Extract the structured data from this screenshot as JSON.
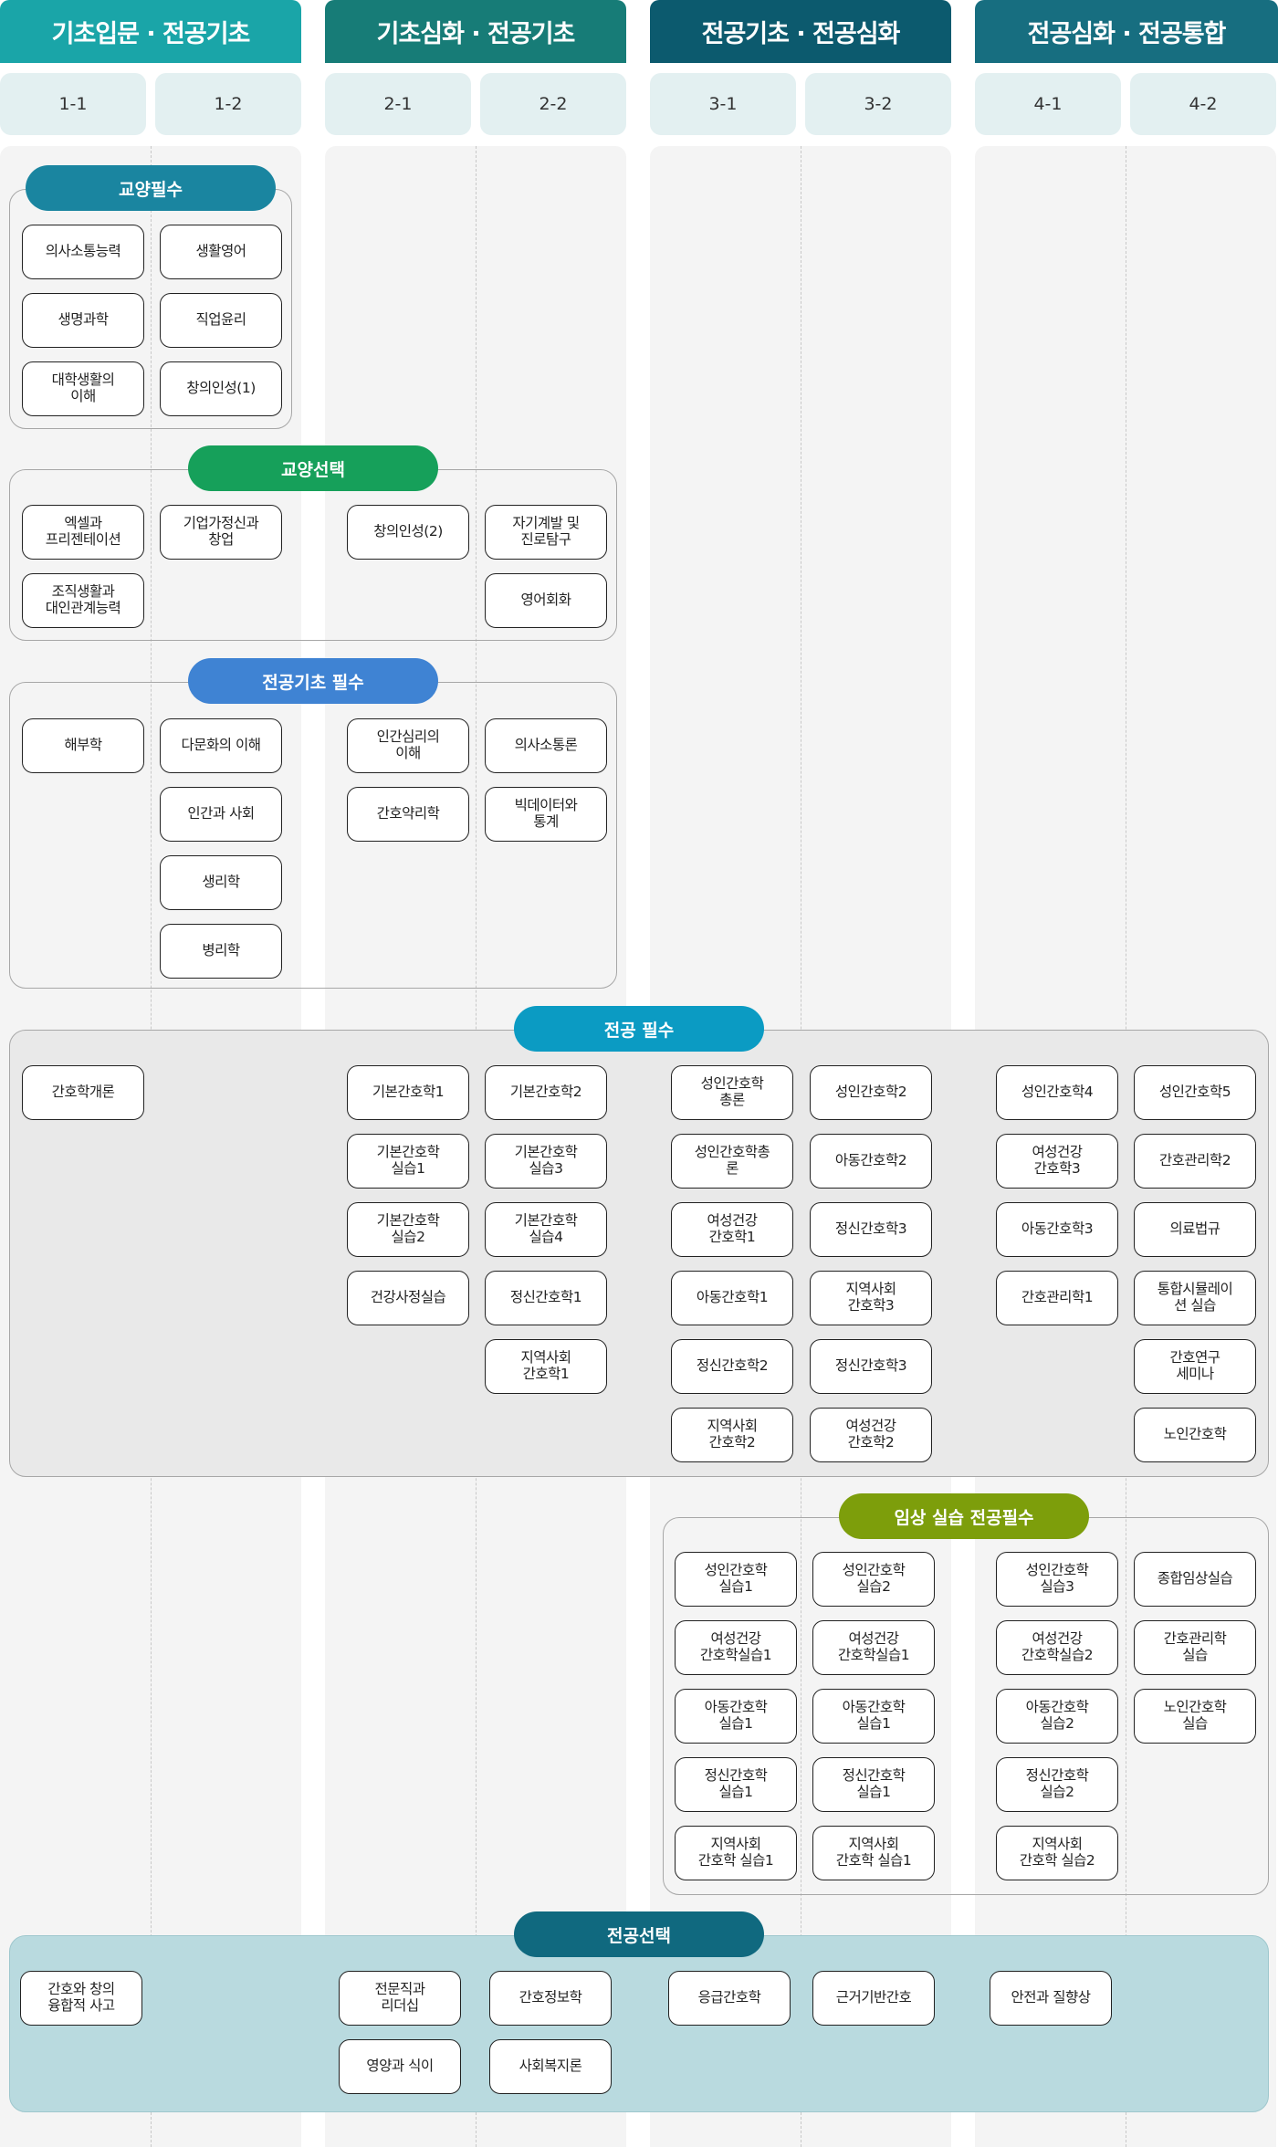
{
  "phases": [
    {
      "label": "기초입문 · 전공기초",
      "color": "#1aa5a8"
    },
    {
      "label": "기초심화 · 전공기초",
      "color": "#177c77"
    },
    {
      "label": "전공기초 · 전공심화",
      "color": "#0c5a6e"
    },
    {
      "label": "전공심화 · 전공통합",
      "color": "#176e80"
    }
  ],
  "semesters": [
    "1-1",
    "1-2",
    "2-1",
    "2-2",
    "3-1",
    "3-2",
    "4-1",
    "4-2"
  ],
  "groups": {
    "liberal_required": {
      "label": "교양필수",
      "color": "#1a85a0"
    },
    "liberal_elective": {
      "label": "교양선택",
      "color": "#16a05a"
    },
    "major_basic_required": {
      "label": "전공기초 필수",
      "color": "#3f83d3"
    },
    "major_required": {
      "label": "전공 필수",
      "color": "#0b9bc3"
    },
    "clinical_practice": {
      "label": "임상 실습 전공필수",
      "color": "#7d9e0b"
    },
    "major_elective": {
      "label": "전공선택",
      "color": "#10697f"
    }
  },
  "courses": {
    "lr": [
      "의사소통능력",
      "생활영어",
      "생명과학",
      "직업윤리",
      "대학생활의\n이해",
      "창의인성(1)"
    ],
    "le": [
      "엑셀과\n프리젠테이션",
      "기업가정신과\n창업",
      "창의인성(2)",
      "자기계발 및\n진로탐구",
      "조직생활과\n대인관계능력",
      "영어회화"
    ],
    "mb": [
      "해부학",
      "다문화의 이해",
      "인간심리의\n이해",
      "의사소통론",
      "인간과 사회",
      "간호약리학",
      "빅데이터와\n통계",
      "생리학",
      "병리학"
    ],
    "mr": [
      "간호학개론",
      "기본간호학1",
      "기본간호학\n실습1",
      "기본간호학\n실습2",
      "건강사정실습",
      "기본간호학2",
      "기본간호학\n실습3",
      "기본간호학\n실습4",
      "정신간호학1",
      "지역사회\n간호학1",
      "성인간호학\n총론",
      "성인간호학총\n론",
      "여성건강\n간호학1",
      "아동간호학1",
      "정신간호학2",
      "지역사회\n간호학2",
      "성인간호학2",
      "아동간호학2",
      "정신간호학3",
      "지역사회\n간호학3",
      "정신간호학3",
      "여성건강\n간호학2",
      "성인간호학4",
      "여성건강\n간호학3",
      "아동간호학3",
      "간호관리학1",
      "성인간호학5",
      "간호관리학2",
      "의료법규",
      "통합시뮬레이\n션 실습",
      "간호연구\n세미나",
      "노인간호학"
    ],
    "cp": [
      "성인간호학\n실습1",
      "여성건강\n간호학실습1",
      "아동간호학\n실습1",
      "정신간호학\n실습1",
      "지역사회\n간호학 실습1",
      "성인간호학\n실습2",
      "여성건강\n간호학실습1",
      "아동간호학\n실습1",
      "정신간호학\n실습1",
      "지역사회\n간호학 실습1",
      "성인간호학\n실습3",
      "여성건강\n간호학실습2",
      "아동간호학\n실습2",
      "정신간호학\n실습2",
      "지역사회\n간호학 실습2",
      "종합임상실습",
      "간호관리학\n실습",
      "노인간호학\n실습"
    ],
    "me": [
      "간호와 창의\n융합적 사고",
      "전문직과\n리더십",
      "영양과 식이",
      "간호정보학",
      "사회복지론",
      "응급간호학",
      "근거기반간호",
      "안전과 질향상"
    ]
  }
}
